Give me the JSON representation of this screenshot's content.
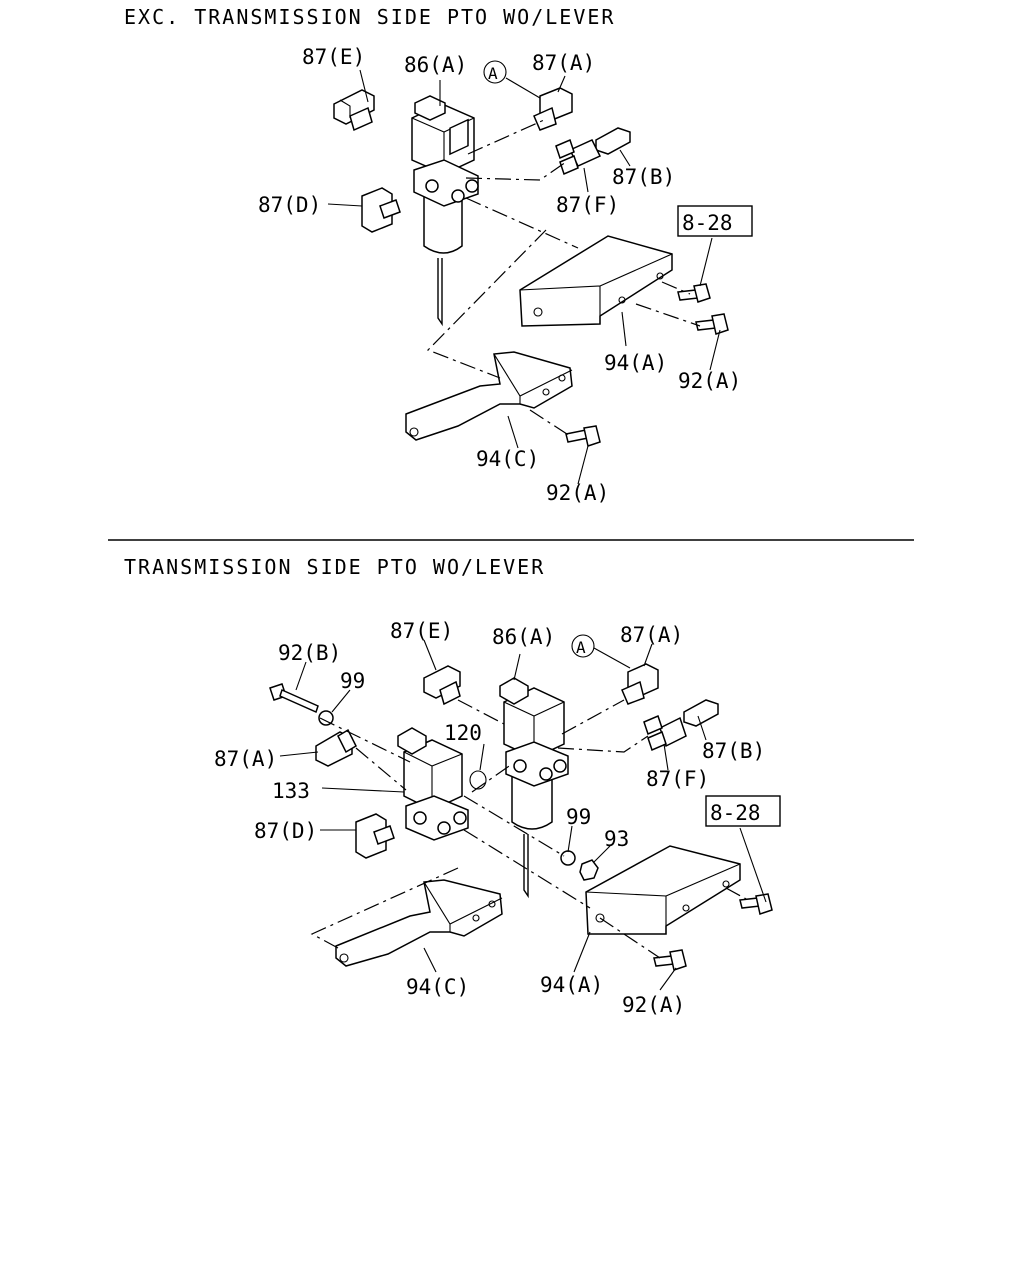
{
  "sections": [
    {
      "title": "EXC. TRANSMISSION SIDE PTO WO/LEVER",
      "labels": {
        "l87e": "87(E)",
        "l86a": "86(A)",
        "circle_a": "A",
        "l87a": "87(A)",
        "l87b": "87(B)",
        "l87f": "87(F)",
        "l87d": "87(D)",
        "ref_828": "8-28",
        "l94a": "94(A)",
        "l92a_1": "92(A)",
        "l94c": "94(C)",
        "l92a_2": "92(A)"
      }
    },
    {
      "title": "TRANSMISSION SIDE PTO WO/LEVER",
      "labels": {
        "l92b": "92(B)",
        "l99_1": "99",
        "l87e": "87(E)",
        "l86a": "86(A)",
        "circle_a": "A",
        "l87a_1": "87(A)",
        "l87a_2": "87(A)",
        "l120": "120",
        "l133": "133",
        "l87b": "87(B)",
        "l87f": "87(F)",
        "l87d": "87(D)",
        "l99_2": "99",
        "l93": "93",
        "ref_828": "8-28",
        "l94c": "94(C)",
        "l94a": "94(A)",
        "l92a": "92(A)"
      }
    }
  ]
}
